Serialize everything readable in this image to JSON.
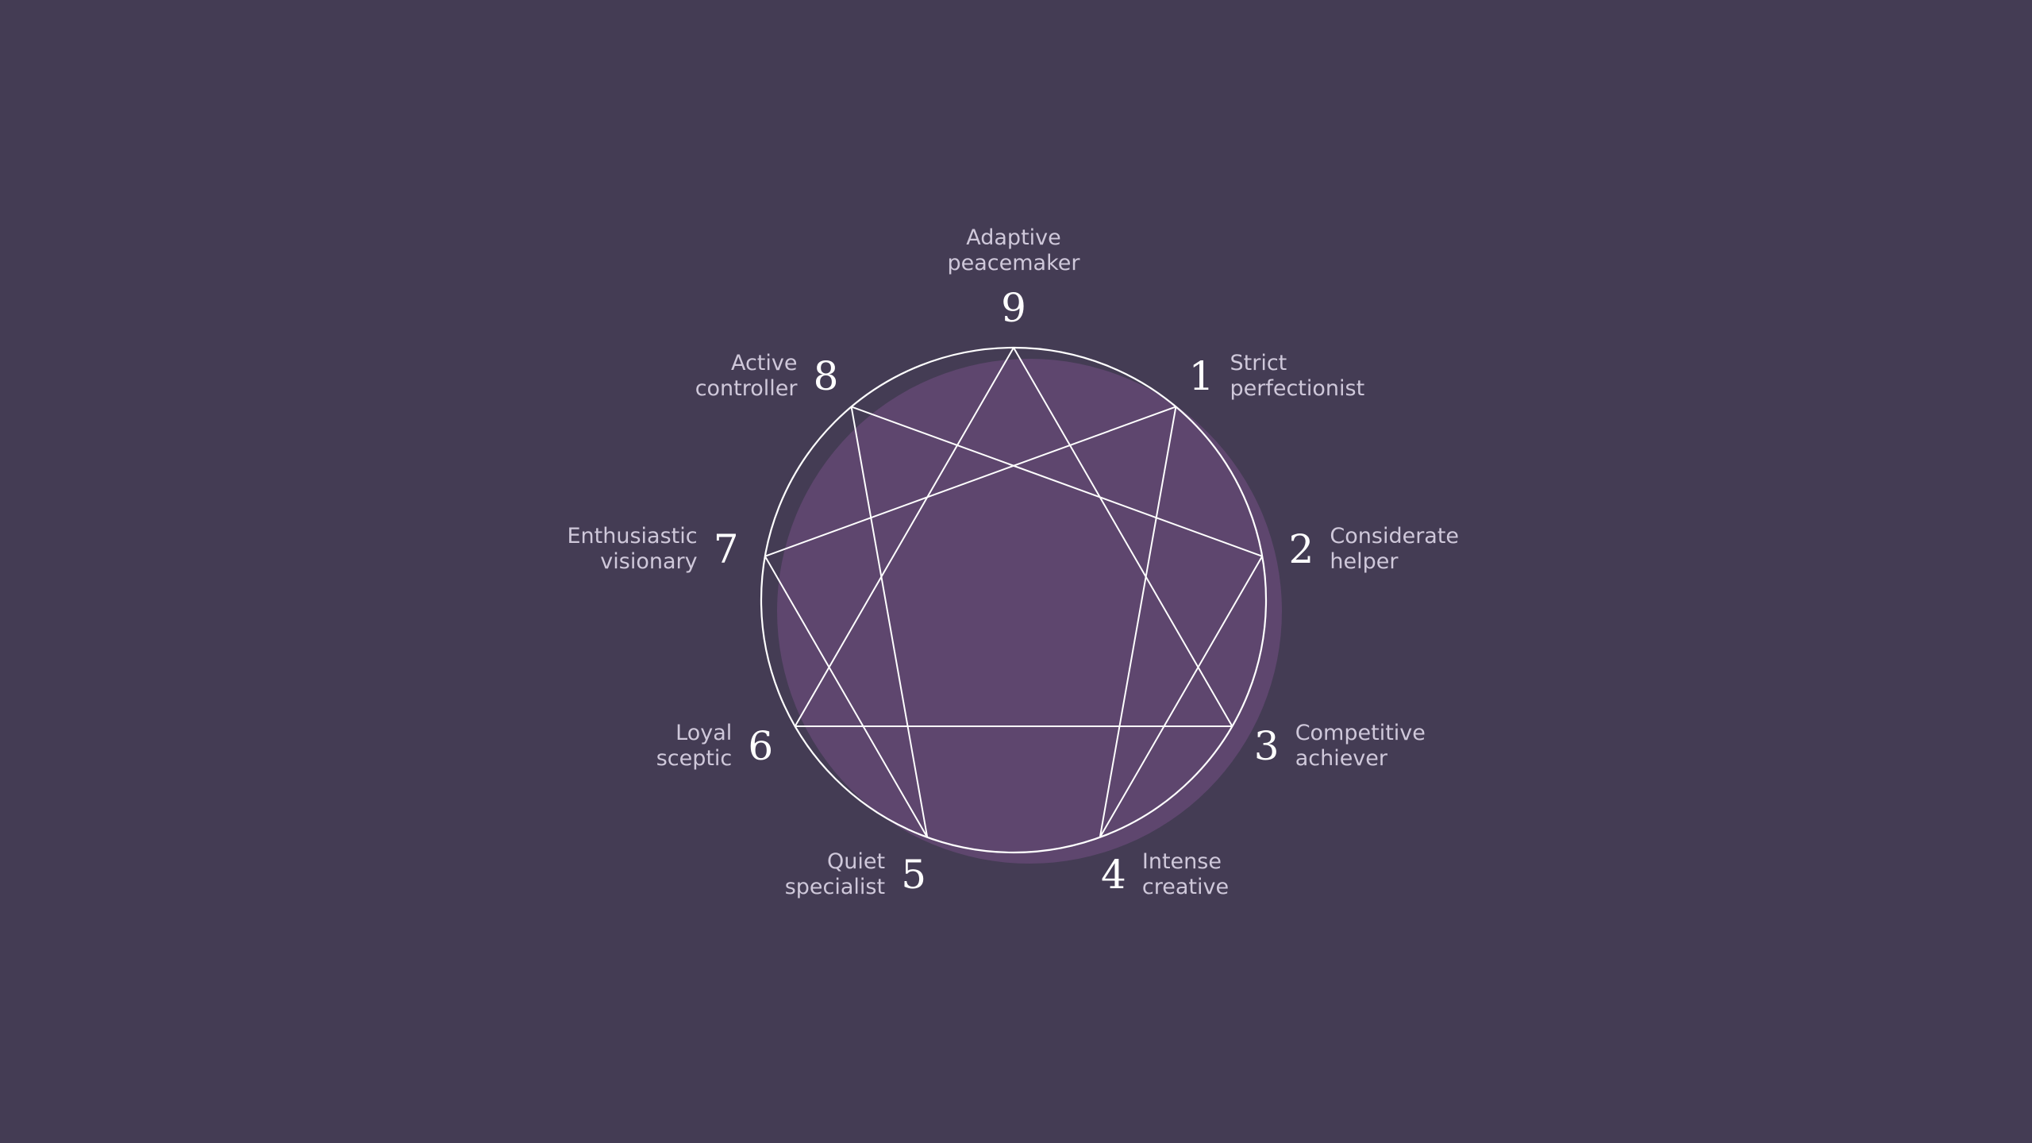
{
  "colors": {
    "background": "#443c54",
    "disc_fill": "#5e466e",
    "line": "#ffffff",
    "number_text": "#ffffff",
    "label_text": "#cfc8da"
  },
  "points": [
    {
      "number": "9",
      "label_lines": [
        "Adaptive",
        "peacemaker"
      ]
    },
    {
      "number": "1",
      "label_lines": [
        "Strict",
        "perfectionist"
      ]
    },
    {
      "number": "2",
      "label_lines": [
        "Considerate",
        "helper"
      ]
    },
    {
      "number": "3",
      "label_lines": [
        "Competitive",
        "achiever"
      ]
    },
    {
      "number": "4",
      "label_lines": [
        "Intense",
        "creative"
      ]
    },
    {
      "number": "5",
      "label_lines": [
        "Quiet",
        "specialist"
      ]
    },
    {
      "number": "6",
      "label_lines": [
        "Loyal",
        "sceptic"
      ]
    },
    {
      "number": "7",
      "label_lines": [
        "Enthusiastic",
        "visionary"
      ]
    },
    {
      "number": "8",
      "label_lines": [
        "Active",
        "controller"
      ]
    }
  ],
  "connections": {
    "triangle": [
      "9",
      "3",
      "6"
    ],
    "hexad": [
      "1",
      "4",
      "2",
      "8",
      "5",
      "7"
    ]
  }
}
